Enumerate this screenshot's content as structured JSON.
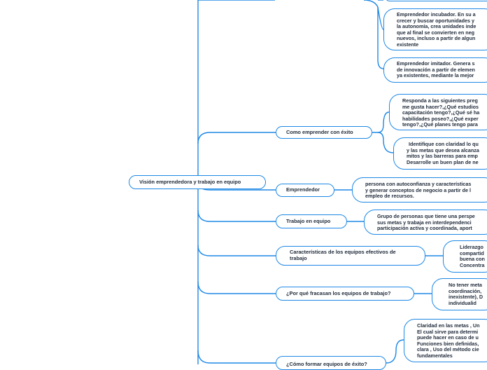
{
  "root": "Visión emprendedora y trabajo en equipo",
  "branches": {
    "como_emprender": "Como emprender con éxito",
    "emprendedor": "Emprendedor",
    "trabajo_equipo": "Trabajo en equipo",
    "caracteristicas": "Características de los equipos efectivos de trabajo",
    "fracasan": "¿Por qué fracasan los equipos de trabajo?",
    "como_formar": "¿Cómo formar equipos de éxito?"
  },
  "leaves": {
    "incubador": [
      "Emprendedor incubador. En su a",
      "crecer y buscar oportunidades y",
      "la autonomía, crea unidades inde",
      "que al final se convierten en neg",
      "nuevos, incluso a partir de algun",
      "existente"
    ],
    "imitador": [
      "Emprendedor imitador. Genera s",
      "de innovación a partir de elemen",
      "ya existentes, mediante la mejor"
    ],
    "responda": [
      "Responda a las siguientes preg",
      "me gusta hacer?,¿Qué estudios",
      "capacitación tengo?,¿Qué sé ha",
      "habilidades poseo?,¿Qué exper",
      "tengo?,¿Qué planes tengo para"
    ],
    "identifique": [
      "Identifique con claridad lo qu",
      "y las metas que desea alcanza",
      "mitos y las barreras para emp",
      "Desarrolle un buen plan de ne"
    ],
    "persona": [
      "persona con autoconfianza y características",
      "y generar conceptos de negocio a partir de l",
      "empleo de recursos."
    ],
    "grupo": [
      "Grupo de personas que tiene una perspe",
      "sus metas y trabaja en interdependenci",
      "participación activa y coordinada, aport"
    ],
    "liderazgo": [
      "Liderazgo",
      "compartid",
      "buena con",
      "Concentra"
    ],
    "no_tener": [
      "No tener meta",
      "coordinación,",
      "inexistente), D",
      "individualid"
    ],
    "claridad": [
      "Claridad en las metas , Un",
      "El cual sirve para determi",
      "puede hacer en caso de u",
      "Funciones bien definidas,",
      "clara , Uso del método cie",
      "fundamentales"
    ]
  }
}
